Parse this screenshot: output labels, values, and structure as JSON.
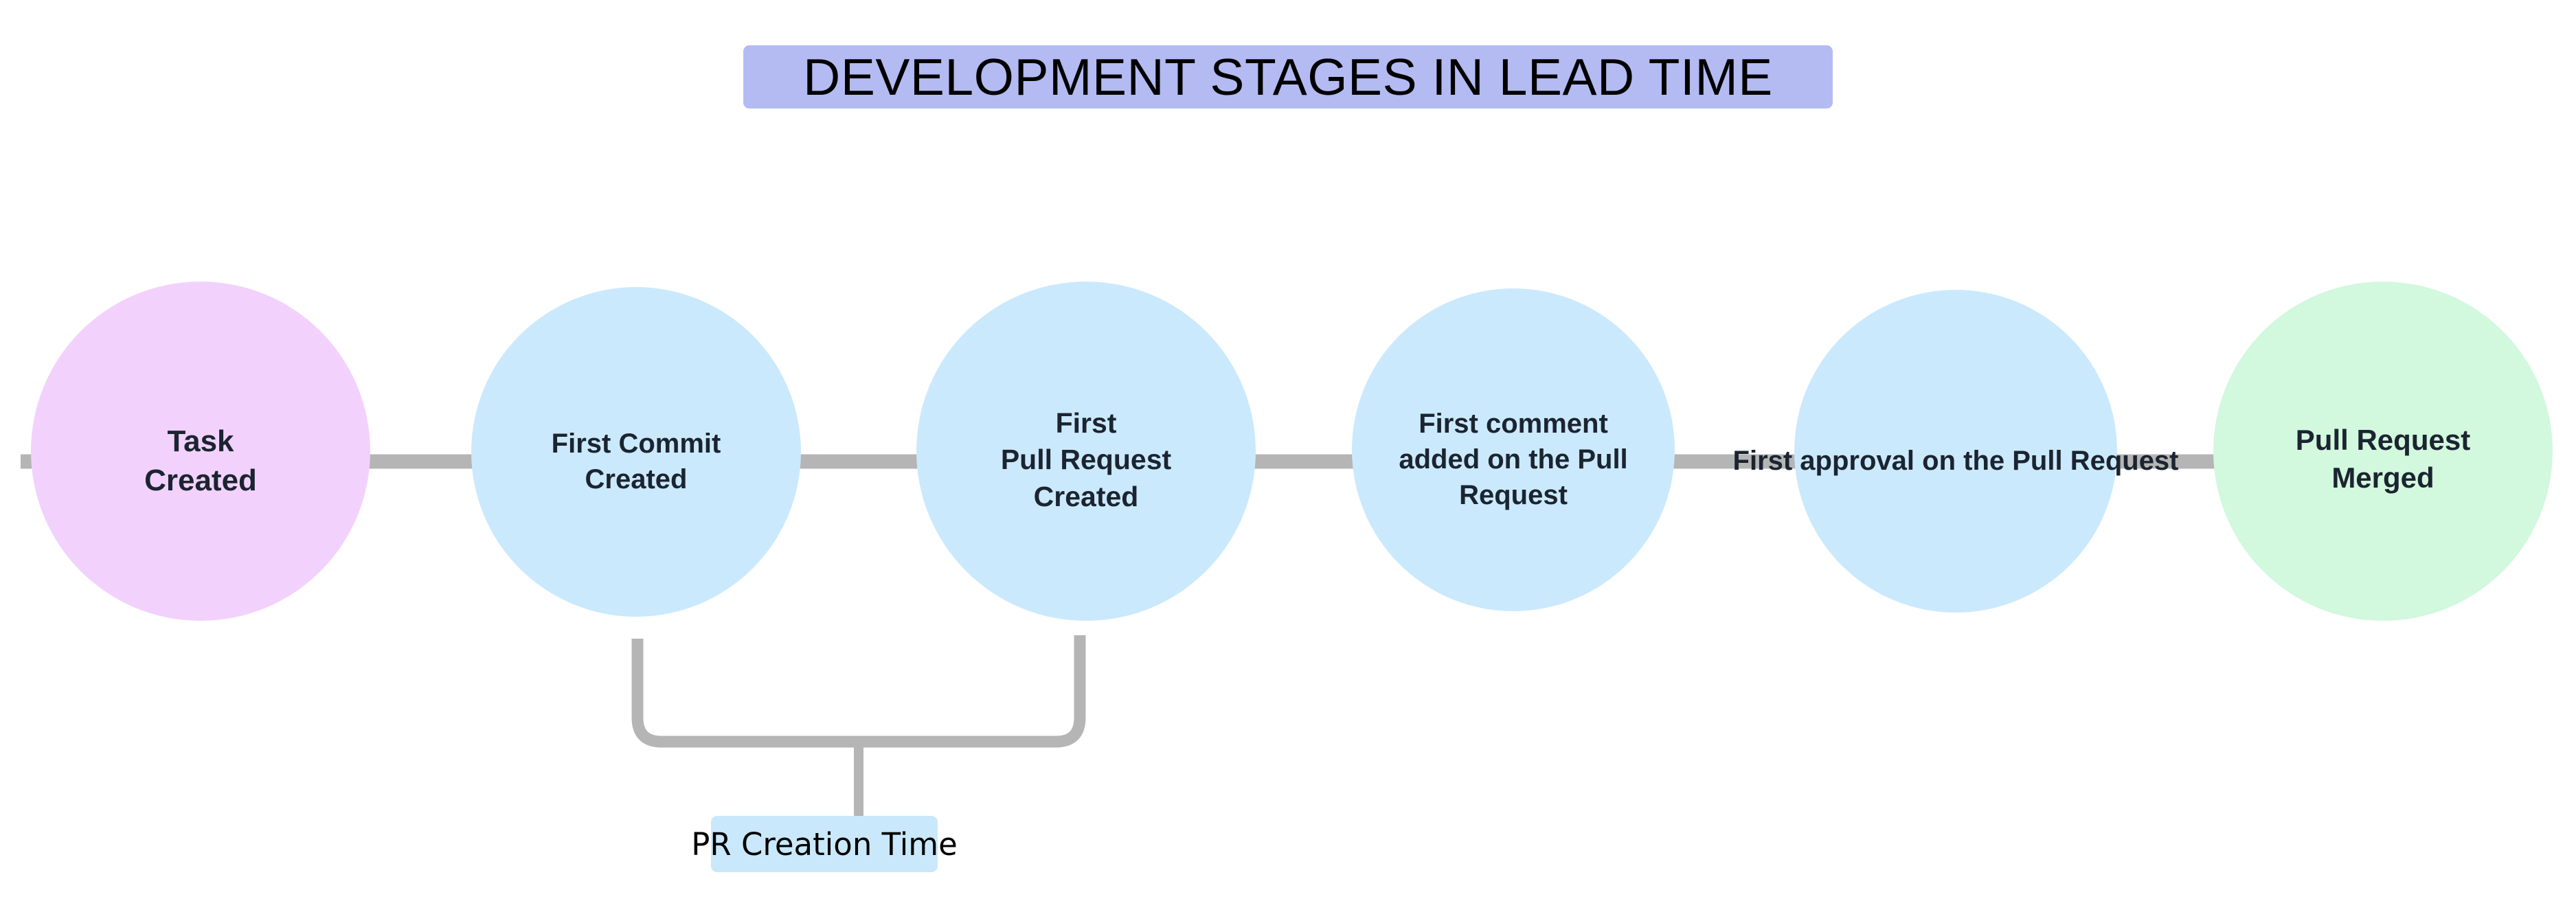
{
  "title": {
    "text": "DEVELOPMENT STAGES IN LEAD TIME",
    "background_color": "#b3bbf2"
  },
  "colors": {
    "start_node": "#f2d2fc",
    "process_node": "#cbe9fd",
    "end_node": "#d2f8de",
    "edge_line": "#b5b5b5",
    "node_text": "#1b2430",
    "edge_label_background": "#c9e8fb"
  },
  "nodes": [
    {
      "id": "task-created",
      "label": "Task\nCreated",
      "color": "#f2d2fc",
      "order": 1
    },
    {
      "id": "first-commit",
      "label": "First Commit\nCreated",
      "color": "#cbe9fd",
      "order": 2
    },
    {
      "id": "first-pr",
      "label": "First\nPull Request\nCreated",
      "color": "#cbe9fd",
      "order": 3
    },
    {
      "id": "first-comment",
      "label": "First comment\nadded on the Pull\nRequest",
      "color": "#cbe9fd",
      "order": 4
    },
    {
      "id": "first-approval",
      "label": "First approval on\nthe Pull Request",
      "color": "#cbe9fd",
      "order": 5
    },
    {
      "id": "pr-merged",
      "label": "Pull Request\nMerged",
      "color": "#d2f8de",
      "order": 6
    }
  ],
  "edges": [
    {
      "from": "task-created",
      "to": "first-commit",
      "label": ""
    },
    {
      "from": "first-commit",
      "to": "first-pr",
      "label": ""
    },
    {
      "from": "first-pr",
      "to": "first-comment",
      "label": ""
    },
    {
      "from": "first-comment",
      "to": "first-approval",
      "label": ""
    },
    {
      "from": "first-approval",
      "to": "pr-merged",
      "label": ""
    }
  ],
  "annotations": [
    {
      "id": "pr-creation-time",
      "label": "PR Creation Time",
      "spans_from": "first-commit",
      "spans_to": "first-pr",
      "background_color": "#c9e8fb"
    }
  ]
}
